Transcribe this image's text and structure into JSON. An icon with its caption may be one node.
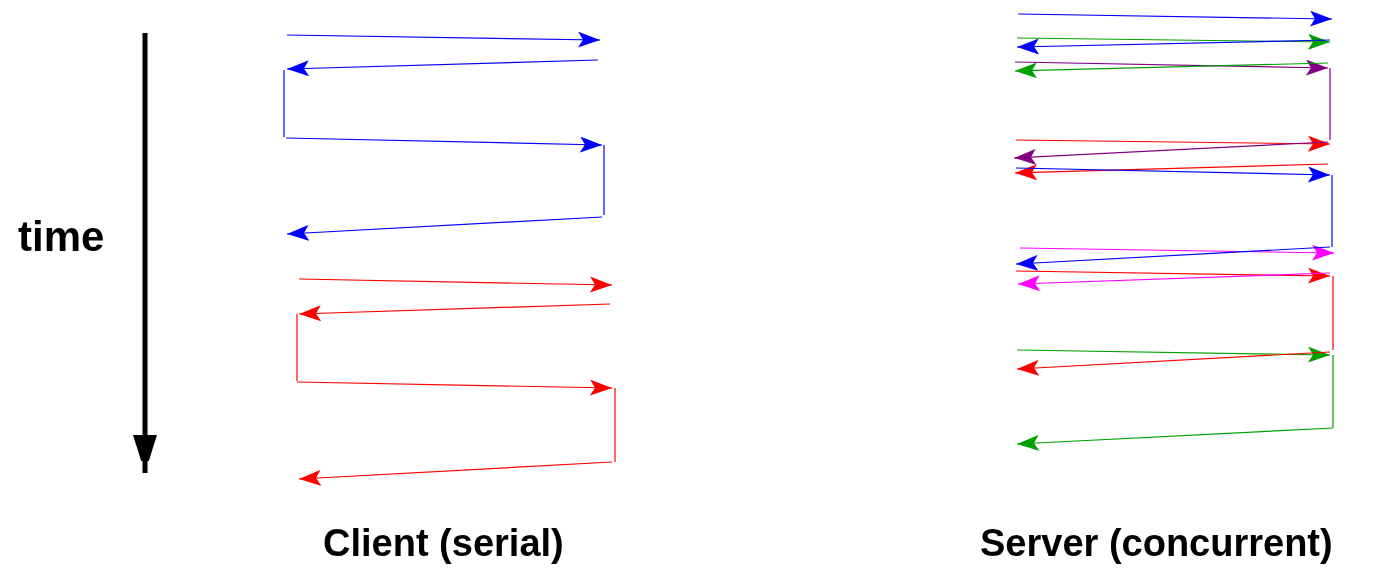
{
  "diagram": {
    "labels": [
      "time",
      "Client (serial)",
      "Server (concurrent)"
    ]
  }
}
